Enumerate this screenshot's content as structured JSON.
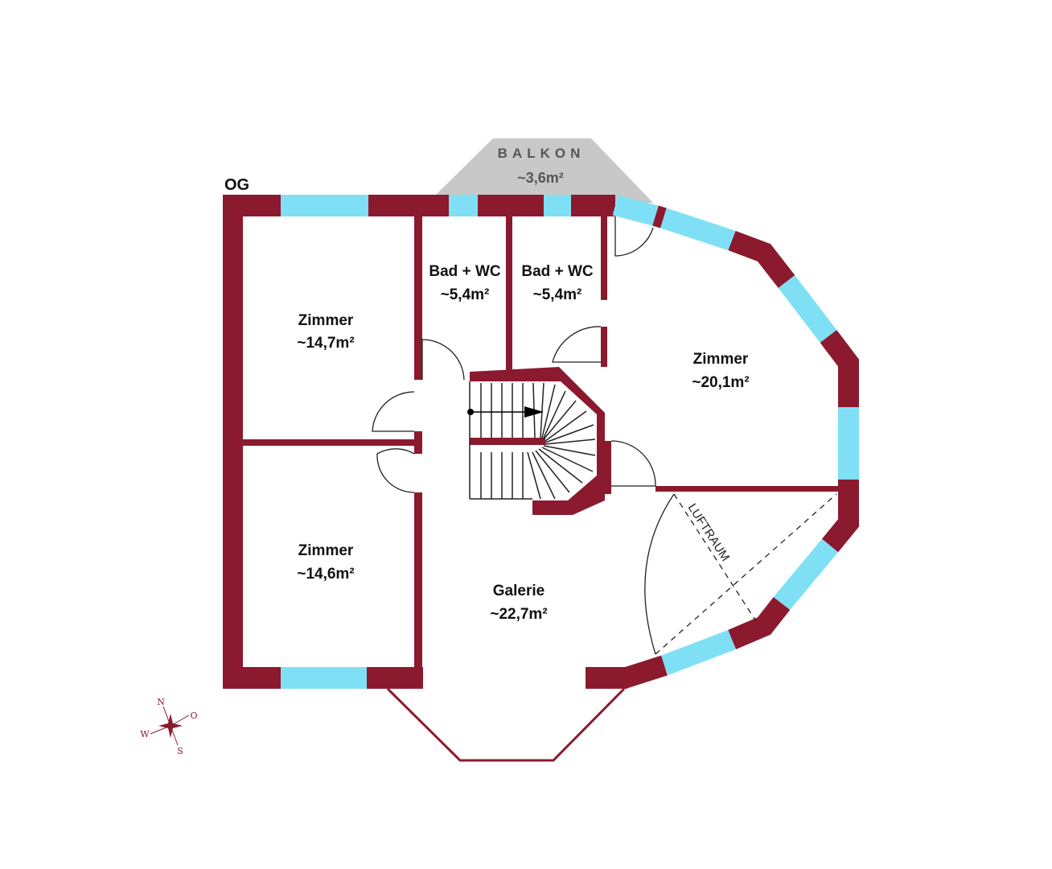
{
  "floor_label": "OG",
  "balkon": {
    "title": "BALKON",
    "area": "~3,6m²"
  },
  "rooms": [
    {
      "name": "Zimmer",
      "area": "~14,7m²"
    },
    {
      "name": "Bad + WC",
      "area": "~5,4m²"
    },
    {
      "name": "Bad + WC",
      "area": "~5,4m²"
    },
    {
      "name": "Zimmer",
      "area": "~20,1m²"
    },
    {
      "name": "Zimmer",
      "area": "~14,6m²"
    },
    {
      "name": "Galerie",
      "area": "~22,7m²"
    }
  ],
  "luftraum_label": "LUFTRAUM",
  "compass": {
    "n": "N",
    "o": "O",
    "s": "S",
    "w": "W"
  },
  "colors": {
    "wall": "#8b1a2e",
    "window": "#7fe0f5",
    "balcony": "#c8c8c8"
  }
}
